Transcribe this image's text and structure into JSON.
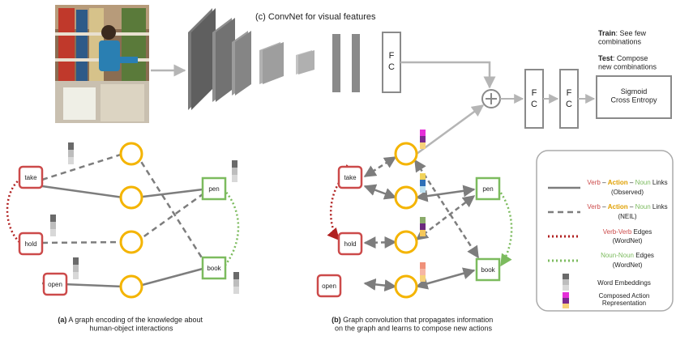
{
  "colors": {
    "verb": "#cc4a4a",
    "noun": "#7cbb5e",
    "action": "#f4b400",
    "block_dark": "#6a6a6a",
    "block_light": "#bdbdbd",
    "edge": "#7d7d7d"
  },
  "convnet": {
    "title": "(c) ConvNet for visual features",
    "fc_label": "F\nC"
  },
  "classifier": {
    "fc_label": "F\nC",
    "loss_label": "Sigmoid\nCross Entropy",
    "train_bold": "Train",
    "train_text": ": See few\ncombinations",
    "test_bold": "Test",
    "test_text": ": Compose\nnew combinations"
  },
  "graph_a": {
    "verbs": [
      "take",
      "hold",
      "open"
    ],
    "nouns": [
      "pen",
      "book"
    ],
    "caption_bold": "(a)",
    "caption_text": " A graph encoding of the knowledge about\nhuman-object interactions"
  },
  "graph_b": {
    "verbs": [
      "take",
      "hold",
      "open"
    ],
    "nouns": [
      "pen",
      "book"
    ],
    "caption_bold": "(b)",
    "caption_text": " Graph convolution that propagates information\non the graph and learns to compose new actions"
  },
  "legend": {
    "observed": {
      "verb": "Verb",
      "action": "Action",
      "noun": "Noun",
      "suffix": " Links",
      "sub": "(Observed)"
    },
    "neil": {
      "verb": "Verb",
      "action": "Action",
      "noun": "Noun",
      "suffix": " Links",
      "sub": "(NEIL)"
    },
    "verb_verb": {
      "label": "Verb-Verb",
      "suffix": " Edges",
      "sub": "(WordNet)"
    },
    "noun_noun": {
      "label": "Noun-Noun",
      "suffix": " Edges",
      "sub": "(WordNet)"
    },
    "word_embeddings": "Word Embeddings",
    "composed": "Composed Action\nRepresentation"
  }
}
